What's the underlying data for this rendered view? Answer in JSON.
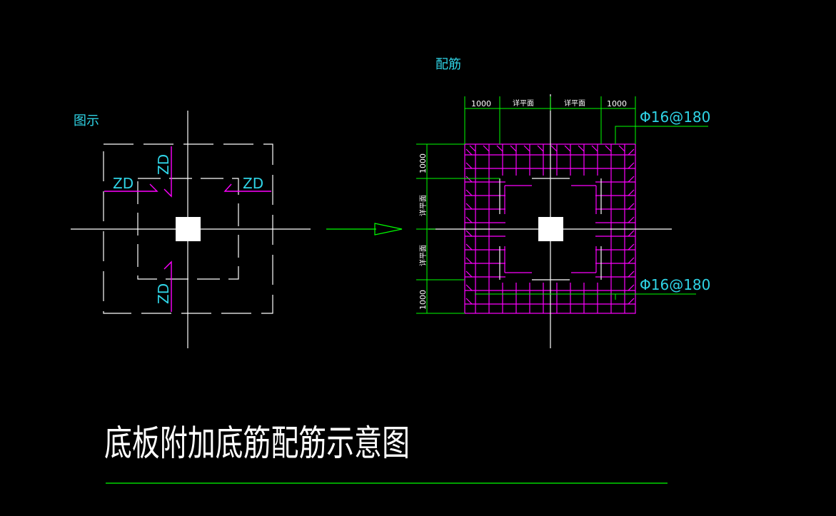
{
  "labels": {
    "left_caption": "图示",
    "right_caption": "配筋",
    "zd": "ZD",
    "dim_1000": "1000",
    "dim_detail": "详平面",
    "rebar_spec": "Φ16@180",
    "main_title": "底板附加底筋配筋示意图"
  },
  "colors": {
    "background": "#000000",
    "lines": "#ffffff",
    "text_cyan": "#2fd4e6",
    "dimension": "#00ff00",
    "rebar": "#ff00ff"
  }
}
